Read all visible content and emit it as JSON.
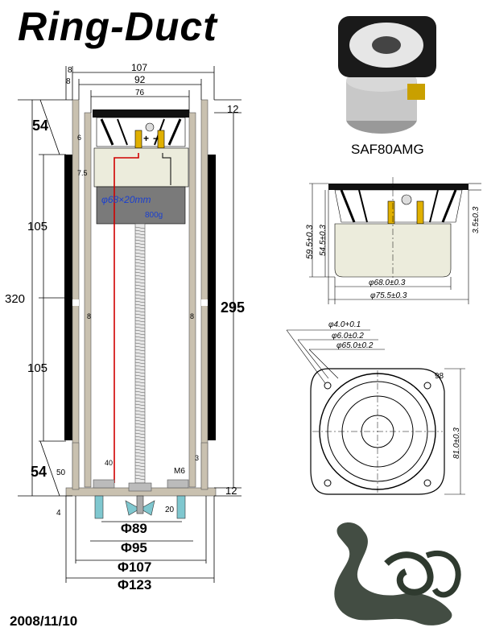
{
  "title": "Ring-Duct",
  "date": "2008/11/10",
  "product": "SAF80AMG",
  "colors": {
    "beige": "#c9c1b0",
    "gray_block": "#7a7a7a",
    "cream": "#ececdc",
    "red_wire": "#d00000",
    "black": "#000000",
    "dragon": "#2f3a2f"
  },
  "left": {
    "dims_top": {
      "d8a": "8",
      "d107": "107",
      "d8b": "8",
      "d92": "92",
      "d76": "76",
      "d12": "12"
    },
    "dims_left": {
      "d54_top": "54",
      "d105_a": "105",
      "d320": "320",
      "d105_b": "105",
      "d54_bot": "54",
      "d50": "50",
      "d4": "4"
    },
    "dims_right": {
      "d295": "295",
      "d12b": "12"
    },
    "inner": {
      "d6": "6",
      "d7_5": "7.5",
      "d8l": "8",
      "d8r": "8",
      "d40": "40",
      "m6": "M6",
      "d3": "3",
      "d20": "20"
    },
    "magnet_label": "φ68×20mm",
    "magnet_weight": "800g",
    "bottom": {
      "phi89": "Φ89",
      "phi95": "Φ95",
      "phi107": "Φ107",
      "phi123": "Φ123"
    }
  },
  "side_view": {
    "d3_5": "3.5±0.3",
    "d54_5": "54.5±0.3",
    "d59_5": "59.5±0.3",
    "phi68": "φ68.0±0.3",
    "phi75": "φ75.5±0.3"
  },
  "front_view": {
    "h4": "φ4.0+0.1",
    "h6": "φ6.0±0.2",
    "h65": "φ65.0±0.2",
    "r98": "98",
    "d81": "81.0±0.3"
  }
}
